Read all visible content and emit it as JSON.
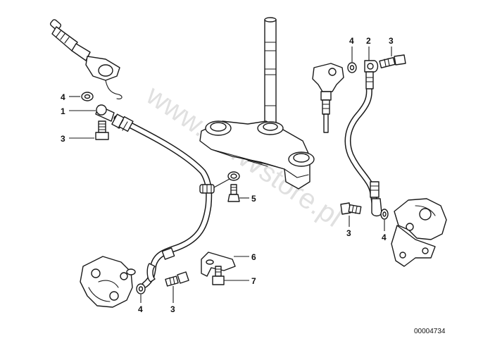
{
  "watermark": "www.BMWstore.pl",
  "reference_number": "00004734",
  "callouts": {
    "handlebar_washer": "4",
    "handlebar_hose_fitting": "1",
    "handlebar_banjo_bolt": "3",
    "top_right_washer": "4",
    "top_right_hose_fitting": "2",
    "top_right_banjo_bolt": "3",
    "clamp_screw": "5",
    "right_banjo_bolt": "3",
    "right_washer": "4",
    "hose_bracket": "6",
    "bracket_screw": "7",
    "left_washer": "4",
    "left_banjo_bolt": "3"
  }
}
